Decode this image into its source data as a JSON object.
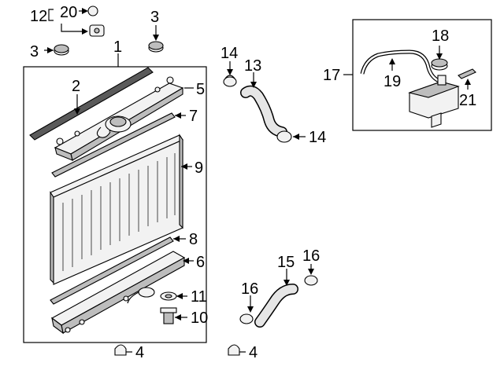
{
  "diagram": {
    "callouts": [
      {
        "id": "c1",
        "text": "1"
      },
      {
        "id": "c2",
        "text": "2"
      },
      {
        "id": "c3a",
        "text": "3"
      },
      {
        "id": "c3b",
        "text": "3"
      },
      {
        "id": "c4a",
        "text": "4"
      },
      {
        "id": "c4b",
        "text": "4"
      },
      {
        "id": "c5",
        "text": "5"
      },
      {
        "id": "c6",
        "text": "6"
      },
      {
        "id": "c7",
        "text": "7"
      },
      {
        "id": "c8",
        "text": "8"
      },
      {
        "id": "c9",
        "text": "9"
      },
      {
        "id": "c10",
        "text": "10"
      },
      {
        "id": "c11",
        "text": "11"
      },
      {
        "id": "c12",
        "text": "12"
      },
      {
        "id": "c13",
        "text": "13"
      },
      {
        "id": "c14a",
        "text": "14"
      },
      {
        "id": "c14b",
        "text": "14"
      },
      {
        "id": "c15",
        "text": "15"
      },
      {
        "id": "c16a",
        "text": "16"
      },
      {
        "id": "c16b",
        "text": "16"
      },
      {
        "id": "c17",
        "text": "17"
      },
      {
        "id": "c18",
        "text": "18"
      },
      {
        "id": "c19",
        "text": "19"
      },
      {
        "id": "c20",
        "text": "20"
      },
      {
        "id": "c21",
        "text": "21"
      }
    ]
  }
}
